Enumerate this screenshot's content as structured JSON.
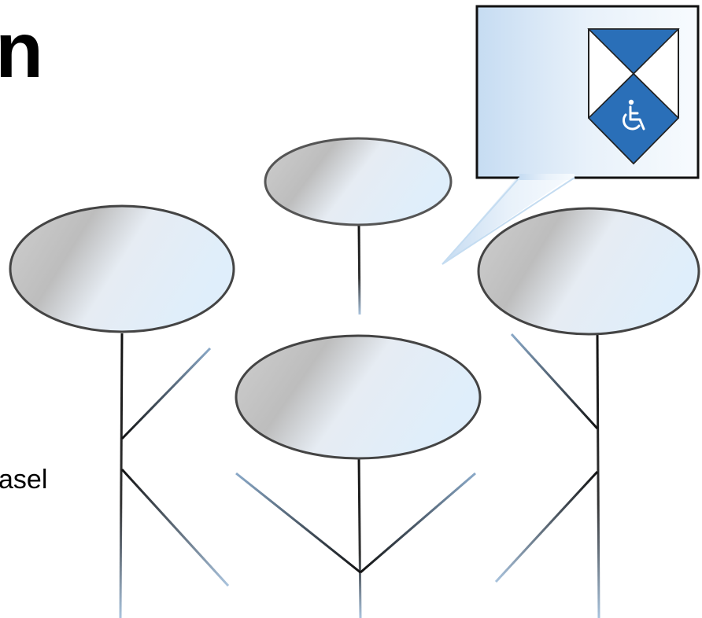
{
  "heading_fragment": "n",
  "text_fragment": "asel",
  "colors": {
    "stroke": "#111111",
    "ellipse_edge": "#555555",
    "callout_fill": "#d8e8f7",
    "shield_blue": "#2a6fb8",
    "shield_white": "#ffffff"
  },
  "figures": [
    "left-figure",
    "middle-figure",
    "right-figure",
    "back-figure"
  ],
  "callout": {
    "icon": "wheelchair-accessibility-icon"
  }
}
